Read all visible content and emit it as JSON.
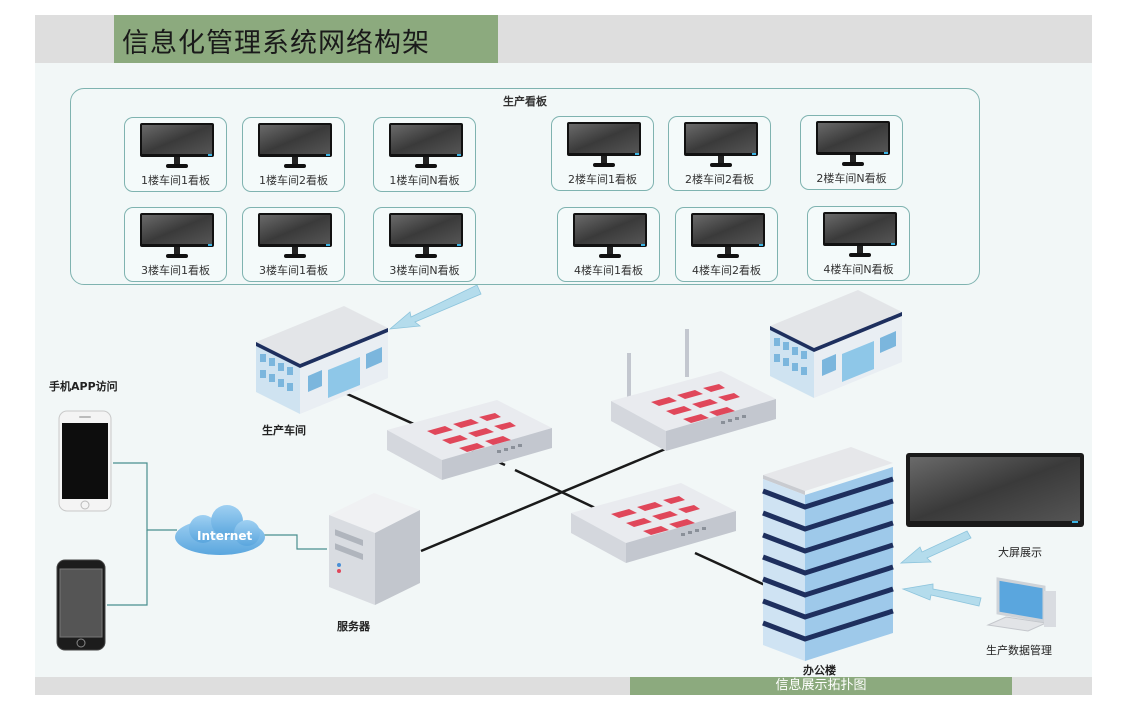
{
  "title": "信息化管理系统网络构架",
  "footer": "信息展示拓扑图",
  "panel": {
    "title": "生产看板",
    "monitors": [
      {
        "label": "1楼车间1看板"
      },
      {
        "label": "1楼车间2看板"
      },
      {
        "label": "1楼车间N看板"
      },
      {
        "label": "2楼车间1看板"
      },
      {
        "label": "2楼车间2看板"
      },
      {
        "label": "2楼车间N看板"
      },
      {
        "label": "3楼车间1看板"
      },
      {
        "label": "3楼车间1看板"
      },
      {
        "label": "3楼车间N看板"
      },
      {
        "label": "4楼车间1看板"
      },
      {
        "label": "4楼车间2看板"
      },
      {
        "label": "4楼车间N看板"
      }
    ]
  },
  "nodes": {
    "mobile_access": "手机APP访问",
    "internet": "Internet",
    "server": "服务器",
    "workshop": "生产车间",
    "office": "办公楼",
    "big_screen": "大屏展示",
    "production_data": "生产数据管理"
  },
  "colors": {
    "title_bg": "#8caa7e",
    "bar_bg": "#dedede",
    "router_accent": "#e0475a",
    "cloud": "#7ab8e6",
    "arrow": "#a9d6e8"
  }
}
